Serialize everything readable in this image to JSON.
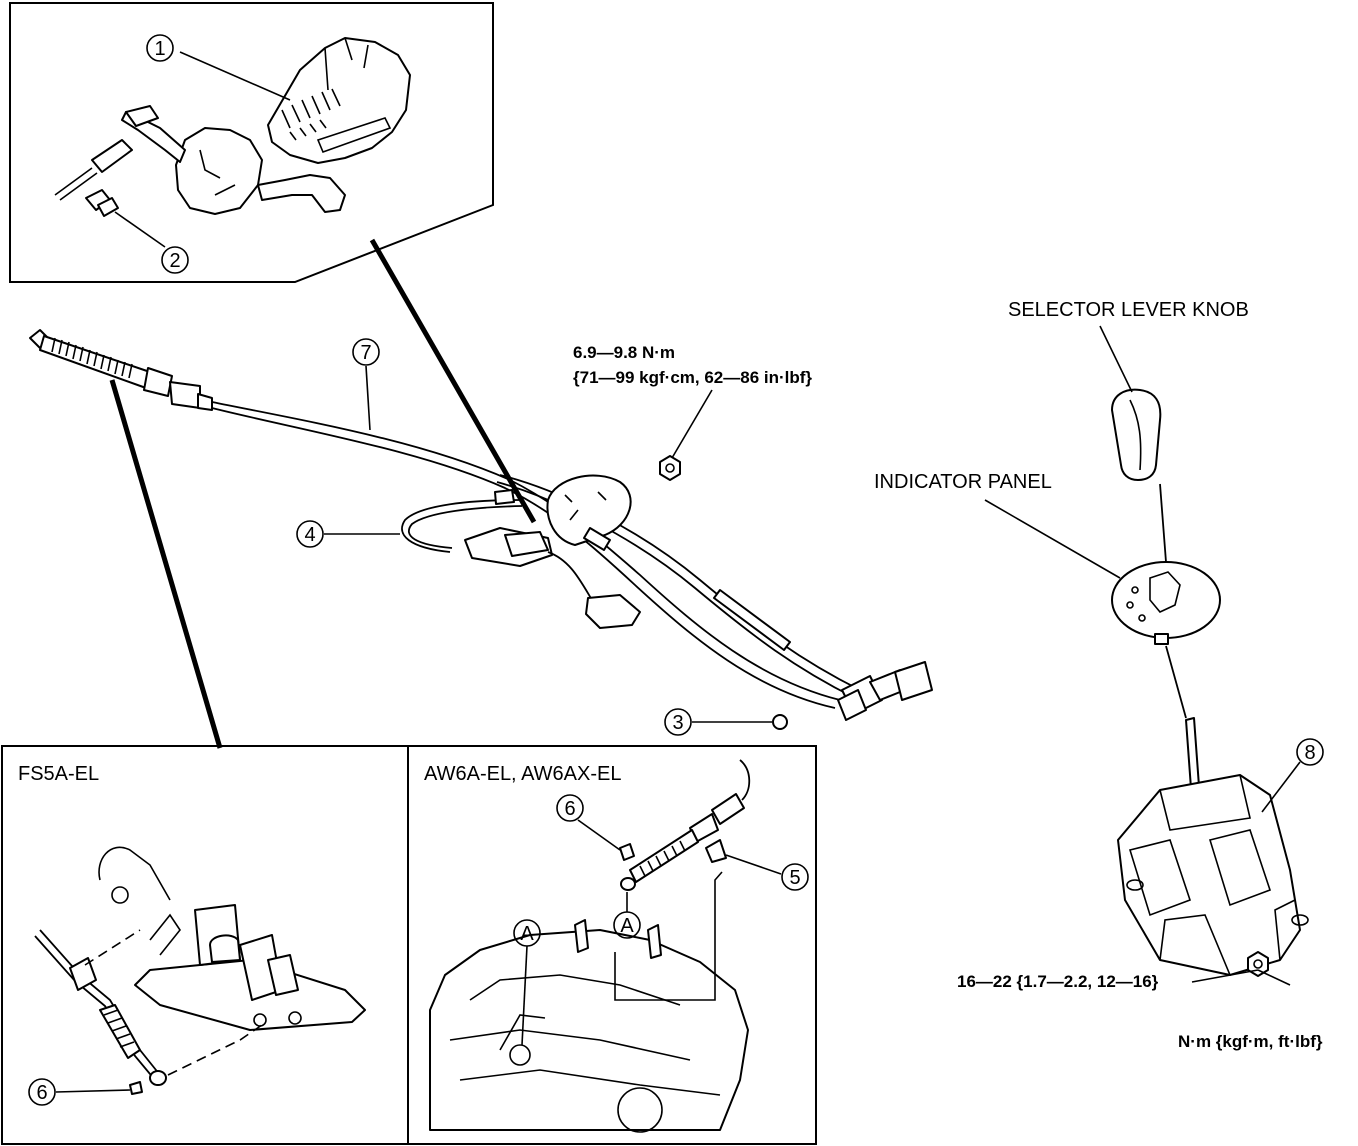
{
  "callouts": {
    "c1": "1",
    "c2": "2",
    "c3": "3",
    "c4": "4",
    "c5": "5",
    "c6a": "6",
    "c6b": "6",
    "c7": "7",
    "c8": "8",
    "cA1": "A",
    "cA2": "A"
  },
  "labels": {
    "selector_knob": "SELECTOR LEVER KNOB",
    "indicator_panel": "INDICATOR PANEL",
    "torque1_line1": "6.9—9.8 N·m",
    "torque1_line2": "{71—99 kgf·cm, 62—86 in·lbf}",
    "torque2": "16—22 {1.7—2.2, 12—16}",
    "units": "N·m {kgf·m, ft·lbf}",
    "inset_fs5a": "FS5A-EL",
    "inset_aw6a": "AW6A-EL, AW6AX-EL"
  }
}
